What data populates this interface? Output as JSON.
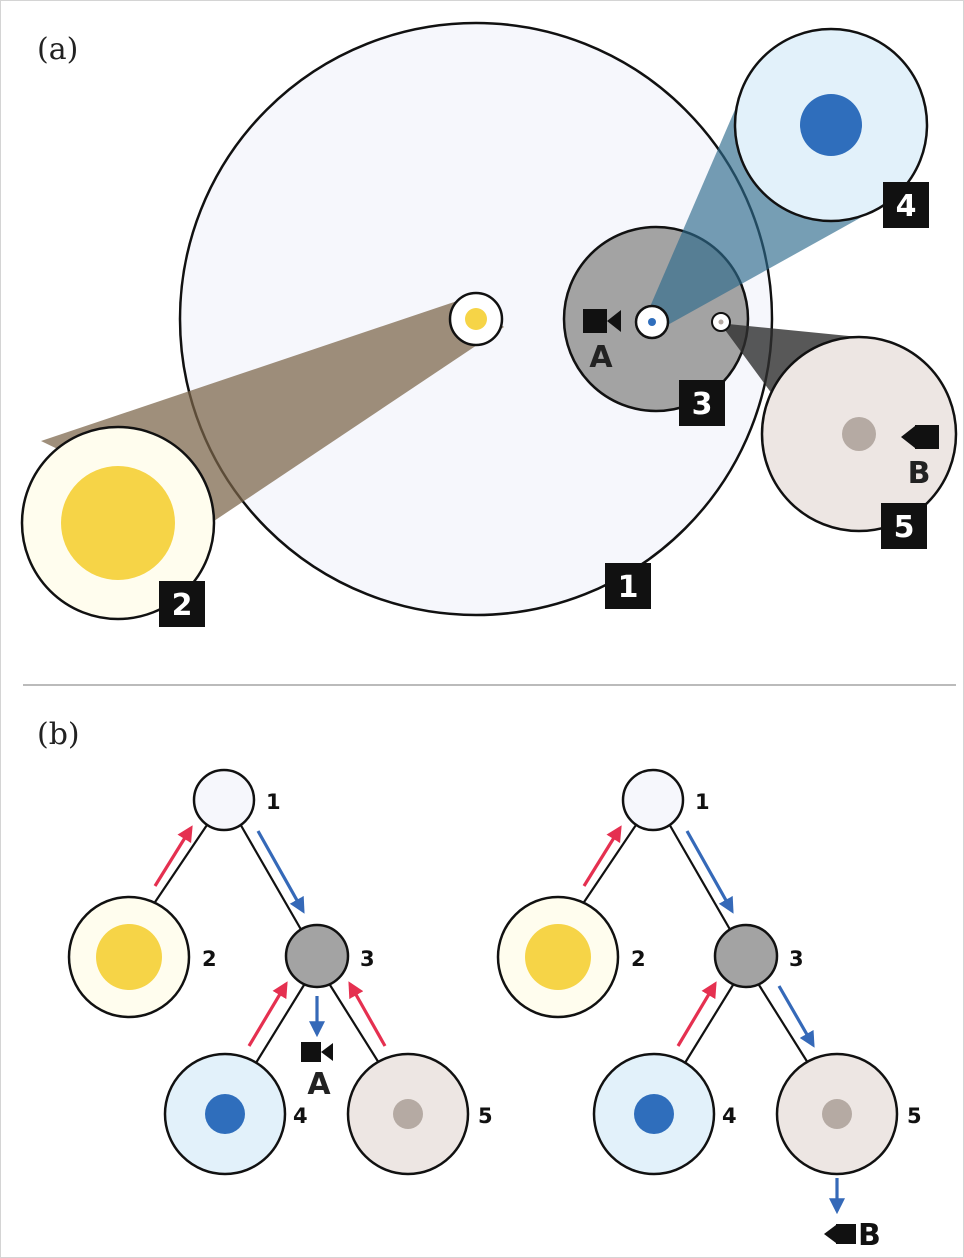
{
  "panel_a": {
    "label": "(a)",
    "badges": {
      "n1": "1",
      "n2": "2",
      "n3": "3",
      "n4": "4",
      "n5": "5"
    },
    "camera_a_label": "A",
    "camera_b_label": "B"
  },
  "panel_b": {
    "label": "(b)",
    "left_tree": {
      "node_labels": {
        "n1": "1",
        "n2": "2",
        "n3": "3",
        "n4": "4",
        "n5": "5"
      },
      "camera_label": "A"
    },
    "right_tree": {
      "node_labels": {
        "n1": "1",
        "n2": "2",
        "n3": "3",
        "n4": "4",
        "n5": "5"
      },
      "camera_label": "B"
    }
  },
  "colors": {
    "node1_fill": "#f6f7fc",
    "star_outer": "#fffdee",
    "star_core": "#f6d447",
    "node3_fill": "#a3a3a3",
    "node4_outer": "#e2f1fa",
    "node4_core": "#2f6ebc",
    "node5_outer": "#ede6e3",
    "node5_core": "#b5aaa3",
    "cone_brown": "#7a6448",
    "cone_blue": "#2c6a8c",
    "cone_dark": "#2e2e2e",
    "arrow_up": "#e53050",
    "arrow_down": "#3569b8",
    "badge": "#111111"
  }
}
